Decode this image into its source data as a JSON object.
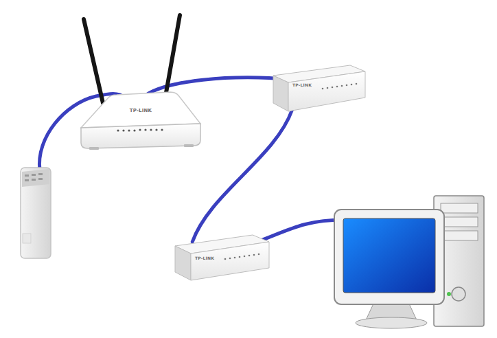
{
  "diagram": {
    "nodes": [
      {
        "text": [
          "TP-LINK"
        ]
      },
      {
        "text": [
          "TP-LINK"
        ]
      },
      {
        "text": [
          "TP-LINK"
        ]
      }
    ],
    "edges": [
      {
        "from": 0,
        "to": 1,
        "arrow": "none"
      },
      {
        "from": 1,
        "to": 2,
        "arrow": "none"
      }
    ]
  }
}
